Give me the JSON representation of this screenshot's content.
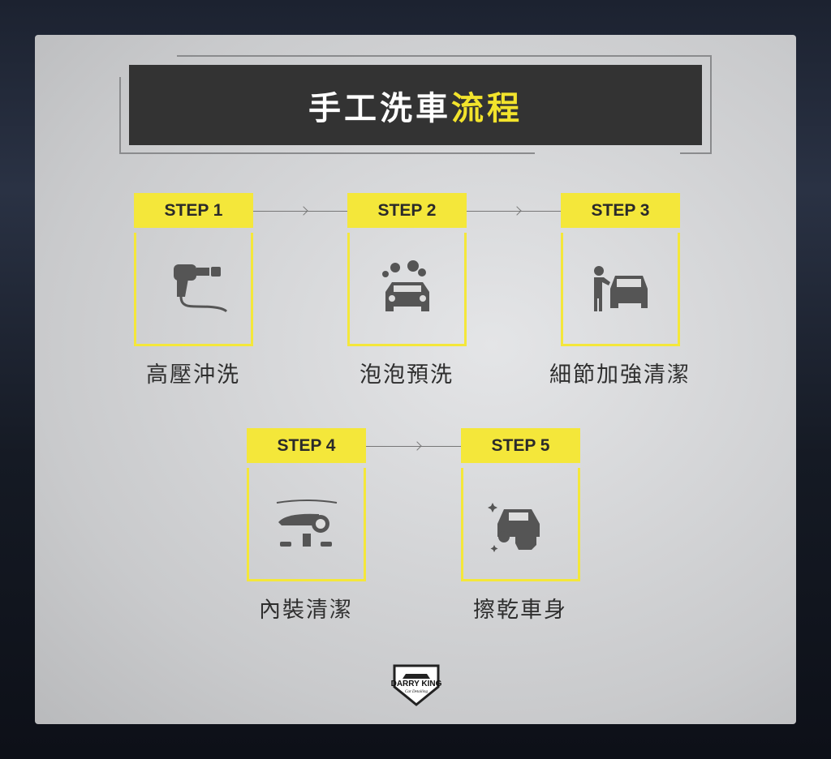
{
  "title": {
    "main": "手工洗車",
    "highlight": "流程"
  },
  "steps": [
    {
      "label": "STEP 1",
      "caption": "高壓沖洗",
      "icon": "pressure-washer-icon"
    },
    {
      "label": "STEP 2",
      "caption": "泡泡預洗",
      "icon": "foam-car-icon"
    },
    {
      "label": "STEP 3",
      "caption": "細節加強清潔",
      "icon": "person-cleaning-car-icon"
    },
    {
      "label": "STEP 4",
      "caption": "內裝清潔",
      "icon": "car-interior-icon"
    },
    {
      "label": "STEP 5",
      "caption": "擦乾車身",
      "icon": "hand-drying-car-icon"
    }
  ],
  "logo": {
    "text": "DARRY KING",
    "subtext": "Car Detailing"
  },
  "colors": {
    "accent": "#f4e73a",
    "title_bg": "#333333",
    "icon": "#555555"
  }
}
